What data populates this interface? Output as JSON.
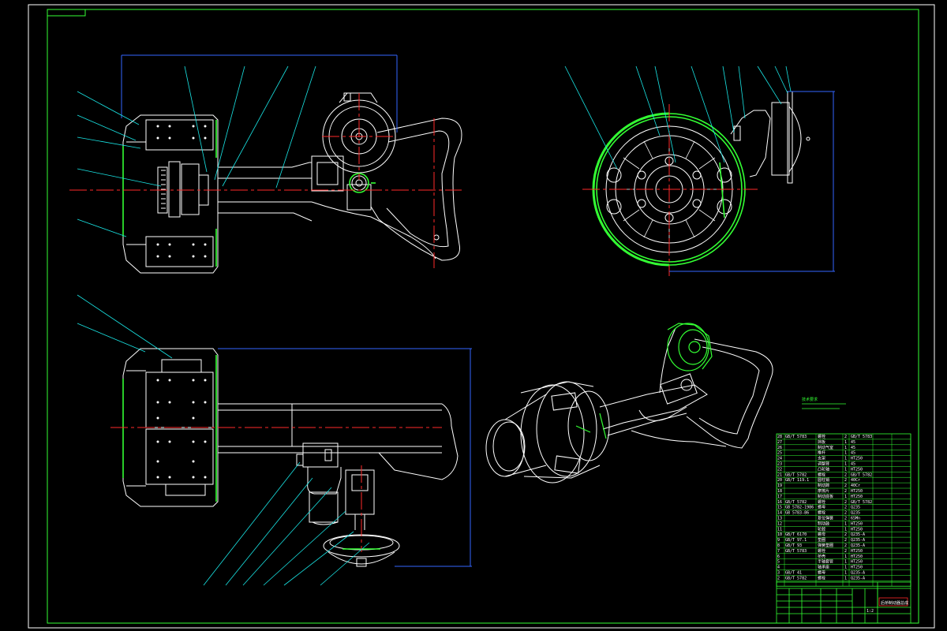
{
  "drawing": {
    "background": "#000000",
    "colors": {
      "outline": "#ffffff",
      "centerline": "#ff2a2a",
      "leader": "#19e6e6",
      "dimension": "#3366ff",
      "highlight": "#33ff33",
      "frame": "#33ff33"
    },
    "technical_notes_title": "技术要求",
    "parts_table": {
      "rows": [
        {
          "no": "28",
          "std": "GB/T 5783",
          "name": "螺栓",
          "qty": "2",
          "mat": "GB/T 5783"
        },
        {
          "no": "27",
          "std": "",
          "name": "挡板",
          "qty": "1",
          "mat": "45"
        },
        {
          "no": "26",
          "std": "",
          "name": "制动气室",
          "qty": "1",
          "mat": "45"
        },
        {
          "no": "25",
          "std": "",
          "name": "推杆",
          "qty": "1",
          "mat": "45"
        },
        {
          "no": "24",
          "std": "",
          "name": "支架",
          "qty": "1",
          "mat": "HT250"
        },
        {
          "no": "23",
          "std": "",
          "name": "调整臂",
          "qty": "1",
          "mat": "45"
        },
        {
          "no": "22",
          "std": "",
          "name": "凸轮轴",
          "qty": "1",
          "mat": "HT250"
        },
        {
          "no": "21",
          "std": "GB/T 5782",
          "name": "螺栓",
          "qty": "2",
          "mat": "GB/T 5782"
        },
        {
          "no": "20",
          "std": "GB/T 119.1",
          "name": "圆柱销",
          "qty": "2",
          "mat": "40Cr"
        },
        {
          "no": "19",
          "std": "",
          "name": "制动蹄",
          "qty": "2",
          "mat": "40Cr"
        },
        {
          "no": "18",
          "std": "",
          "name": "摩擦片",
          "qty": "2",
          "mat": "HT250"
        },
        {
          "no": "17",
          "std": "",
          "name": "制动底板",
          "qty": "1",
          "mat": "HT250"
        },
        {
          "no": "16",
          "std": "GB/T 5782",
          "name": "螺栓",
          "qty": "2",
          "mat": "GB/T 5782"
        },
        {
          "no": "15",
          "std": "GB 5782-1986",
          "name": "螺母",
          "qty": "2",
          "mat": "Q235"
        },
        {
          "no": "14",
          "std": "GB 5783-86",
          "name": "螺栓",
          "qty": "2",
          "mat": "Q235"
        },
        {
          "no": "13",
          "std": "",
          "name": "复位弹簧",
          "qty": "2",
          "mat": "65Mn"
        },
        {
          "no": "12",
          "std": "",
          "name": "制动鼓",
          "qty": "1",
          "mat": "HT250"
        },
        {
          "no": "11",
          "std": "",
          "name": "轮毂",
          "qty": "1",
          "mat": "HT250"
        },
        {
          "no": "10",
          "std": "GB/T 6170",
          "name": "螺母",
          "qty": "2",
          "mat": "Q235-A"
        },
        {
          "no": "9",
          "std": "GB/T 97.1",
          "name": "垫圈",
          "qty": "2",
          "mat": "Q235-A"
        },
        {
          "no": "8",
          "std": "GB/T 93",
          "name": "弹簧垫圈",
          "qty": "2",
          "mat": "Q235-A"
        },
        {
          "no": "7",
          "std": "GB/T 5783",
          "name": "螺栓",
          "qty": "2",
          "mat": "HT250"
        },
        {
          "no": "6",
          "std": "",
          "name": "桥壳",
          "qty": "1",
          "mat": "HT250"
        },
        {
          "no": "5",
          "std": "",
          "name": "半轴套管",
          "qty": "1",
          "mat": "HT250"
        },
        {
          "no": "4",
          "std": "",
          "name": "轴承座",
          "qty": "1",
          "mat": "HT250"
        },
        {
          "no": "3",
          "std": "GB/T 41",
          "name": "螺母",
          "qty": "1",
          "mat": "Q235-A"
        },
        {
          "no": "2",
          "std": "GB/T 5782",
          "name": "螺栓",
          "qty": "1",
          "mat": "Q235-A"
        }
      ]
    },
    "title_block": {
      "drawing_title": "后桥制动器总成",
      "scale": "1:2"
    }
  }
}
